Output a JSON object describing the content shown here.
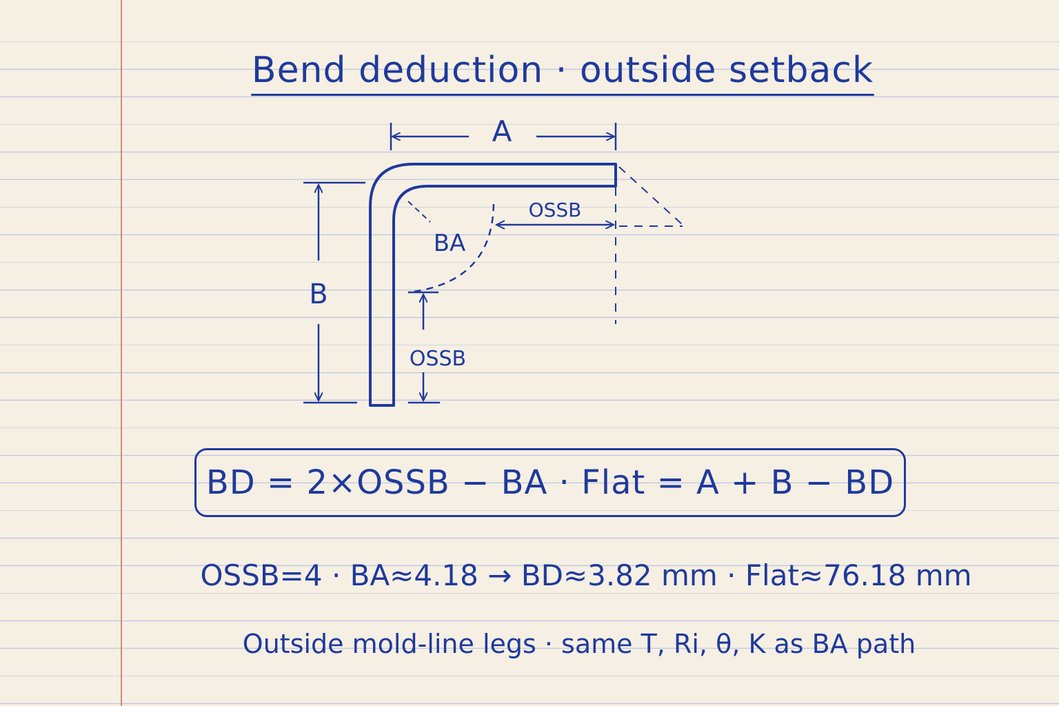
{
  "title": "Bend deduction · outside setback",
  "diagram": {
    "label_a": "A",
    "label_b": "B",
    "label_ba": "BA",
    "label_ossb_horizontal": "OSSB",
    "label_ossb_vertical": "OSSB"
  },
  "formula": "BD = 2×OSSB − BA · Flat = A + B − BD",
  "result": "OSSB=4 · BA≈4.18 → BD≈3.82 mm · Flat≈76.18 mm",
  "note": "Outside mold-line legs · same T, Ri, θ, K as BA path",
  "colors": {
    "ink": "#1f3a9c",
    "paper": "#f6efe3",
    "rule_line": "#b9c6e0",
    "margin_line": "#e0857a"
  }
}
